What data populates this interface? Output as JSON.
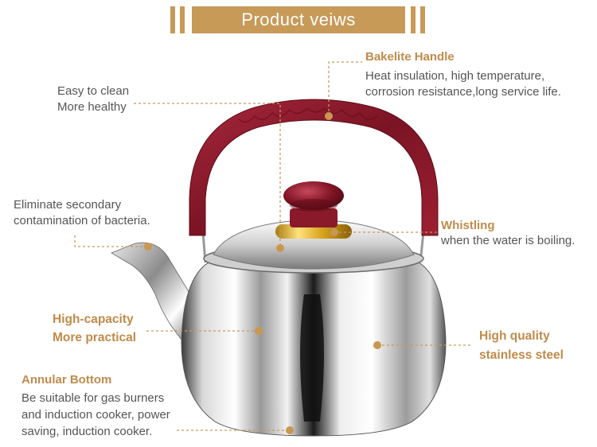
{
  "banner": {
    "title": "Product veiws"
  },
  "callouts": {
    "handle": {
      "title": "Bakelite Handle",
      "line1": "Heat insulation, high temperature,",
      "line2": "corrosion resistance,long service life."
    },
    "clean": {
      "line1": "Easy to clean",
      "line2": "More healthy"
    },
    "bacteria": {
      "line1": "Eliminate secondary",
      "line2": "contamination of bacteria."
    },
    "whistle": {
      "title": "Whistling",
      "line1": "when the water is boiling."
    },
    "capacity": {
      "line1": "High-capacity",
      "line2": "More practical"
    },
    "steel": {
      "line1": "High quality",
      "line2": "stainless steel"
    },
    "bottom": {
      "title": "Annular Bottom",
      "line1": "Be suitable for gas burners",
      "line2": "and induction cooker, power",
      "line3": "saving, induction cooker."
    }
  },
  "colors": {
    "accent": "#c08b4a",
    "banner": "#c79a58",
    "body_text": "#555555",
    "handle": "#8c1c2c",
    "knob_ring": "#d9a520"
  }
}
